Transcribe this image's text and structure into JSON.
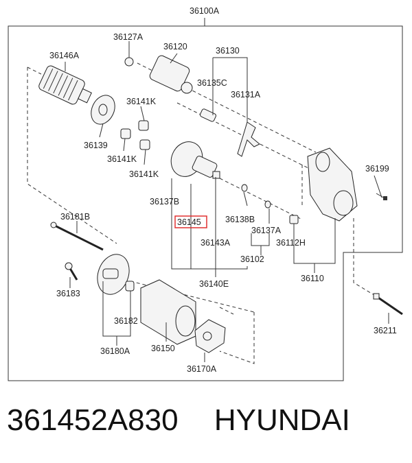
{
  "diagram": {
    "labels": {
      "assy": "36100A",
      "l36127A": "36127A",
      "l36120": "36120",
      "l36130": "36130",
      "l36146A": "36146A",
      "l36135C": "36135C",
      "l36131A": "36131A",
      "l36141K_a": "36141K",
      "l36139": "36139",
      "l36141K_b": "36141K",
      "l36141K_c": "36141K",
      "l36199": "36199",
      "l36137B": "36137B",
      "highlight": "36145",
      "l36138B": "36138B",
      "l36181B": "36181B",
      "l36137A": "36137A",
      "l36143A": "36143A",
      "l36112H": "36112H",
      "l36102": "36102",
      "l36110": "36110",
      "l36183": "36183",
      "l36140E": "36140E",
      "l36211": "36211",
      "l36182": "36182",
      "l36180A": "36180A",
      "l36150": "36150",
      "l36170A": "36170A"
    },
    "highlight_color": "#e03030"
  },
  "caption": {
    "part_number": "361452A830",
    "brand": "HYUNDAI"
  }
}
